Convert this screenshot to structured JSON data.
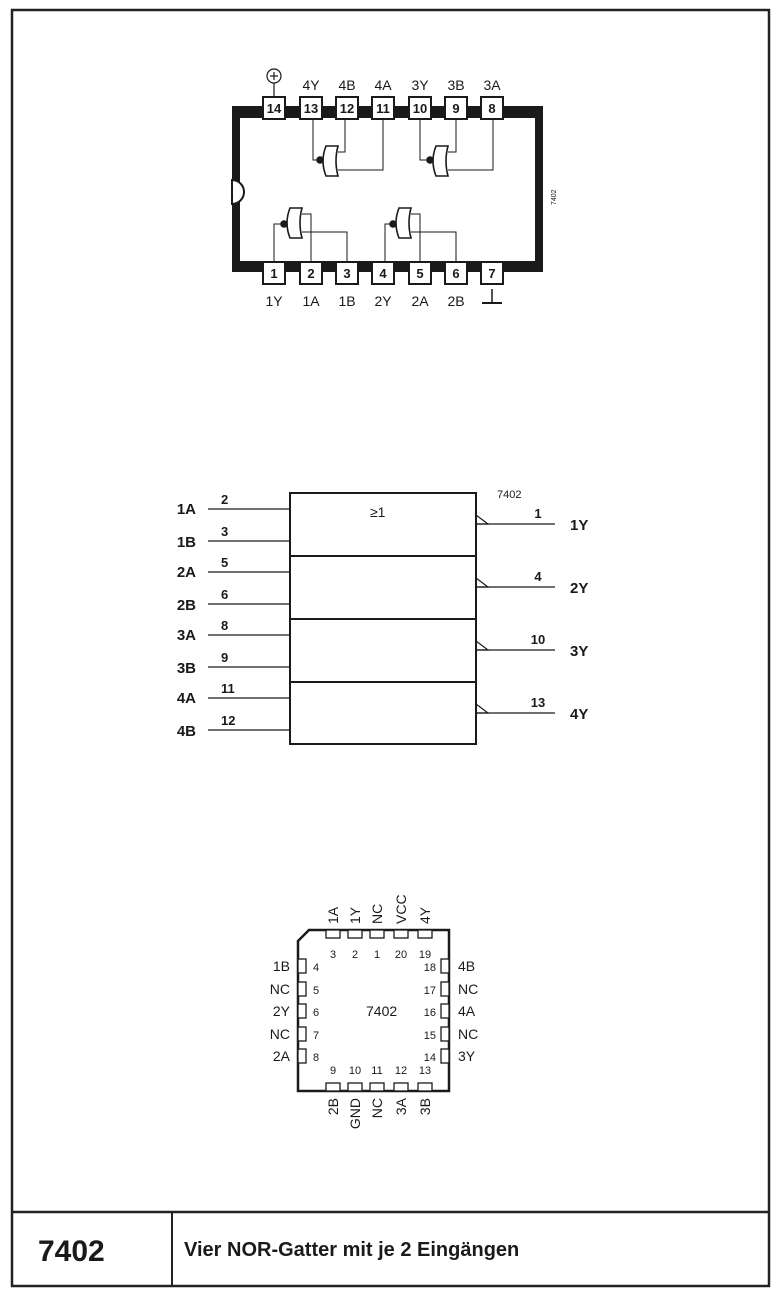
{
  "chip_id": "7402",
  "title": "Vier NOR-Gatter mit je 2 Eingängen",
  "dip": {
    "vcc_symbol": "⊕",
    "gnd_symbol": "⊥",
    "top_pins": [
      {
        "num": "14",
        "label": ""
      },
      {
        "num": "13",
        "label": "4Y"
      },
      {
        "num": "12",
        "label": "4B"
      },
      {
        "num": "11",
        "label": "4A"
      },
      {
        "num": "10",
        "label": "3Y"
      },
      {
        "num": "9",
        "label": "3B"
      },
      {
        "num": "8",
        "label": "3A"
      }
    ],
    "bottom_pins": [
      {
        "num": "1",
        "label": "1Y"
      },
      {
        "num": "2",
        "label": "1A"
      },
      {
        "num": "3",
        "label": "1B"
      },
      {
        "num": "4",
        "label": "2Y"
      },
      {
        "num": "5",
        "label": "2A"
      },
      {
        "num": "6",
        "label": "2B"
      },
      {
        "num": "7",
        "label": ""
      }
    ],
    "side_mark": "7402"
  },
  "logic": {
    "part": "7402",
    "symbol": "≥1",
    "gates": [
      {
        "in_a": "1A",
        "pin_a": "2",
        "in_b": "1B",
        "pin_b": "3",
        "out": "1Y",
        "pin_out": "1"
      },
      {
        "in_a": "2A",
        "pin_a": "5",
        "in_b": "2B",
        "pin_b": "6",
        "out": "2Y",
        "pin_out": "4"
      },
      {
        "in_a": "3A",
        "pin_a": "8",
        "in_b": "3B",
        "pin_b": "9",
        "out": "3Y",
        "pin_out": "10"
      },
      {
        "in_a": "4A",
        "pin_a": "11",
        "in_b": "4B",
        "pin_b": "12",
        "out": "4Y",
        "pin_out": "13"
      }
    ]
  },
  "plcc": {
    "center_label": "7402",
    "top_pins": [
      {
        "num": "3",
        "label": "1A"
      },
      {
        "num": "2",
        "label": "1Y"
      },
      {
        "num": "1",
        "label": "NC"
      },
      {
        "num": "20",
        "label": "VCC"
      },
      {
        "num": "19",
        "label": "4Y"
      }
    ],
    "left_pins": [
      {
        "num": "4",
        "label": "1B"
      },
      {
        "num": "5",
        "label": "NC"
      },
      {
        "num": "6",
        "label": "2Y"
      },
      {
        "num": "7",
        "label": "NC"
      },
      {
        "num": "8",
        "label": "2A"
      }
    ],
    "right_pins": [
      {
        "num": "18",
        "label": "4B"
      },
      {
        "num": "17",
        "label": "NC"
      },
      {
        "num": "16",
        "label": "4A"
      },
      {
        "num": "15",
        "label": "NC"
      },
      {
        "num": "14",
        "label": "3Y"
      }
    ],
    "bottom_pins": [
      {
        "num": "9",
        "label": "2B"
      },
      {
        "num": "10",
        "label": "GND"
      },
      {
        "num": "11",
        "label": "NC"
      },
      {
        "num": "12",
        "label": "3A"
      },
      {
        "num": "13",
        "label": "3B"
      }
    ]
  }
}
